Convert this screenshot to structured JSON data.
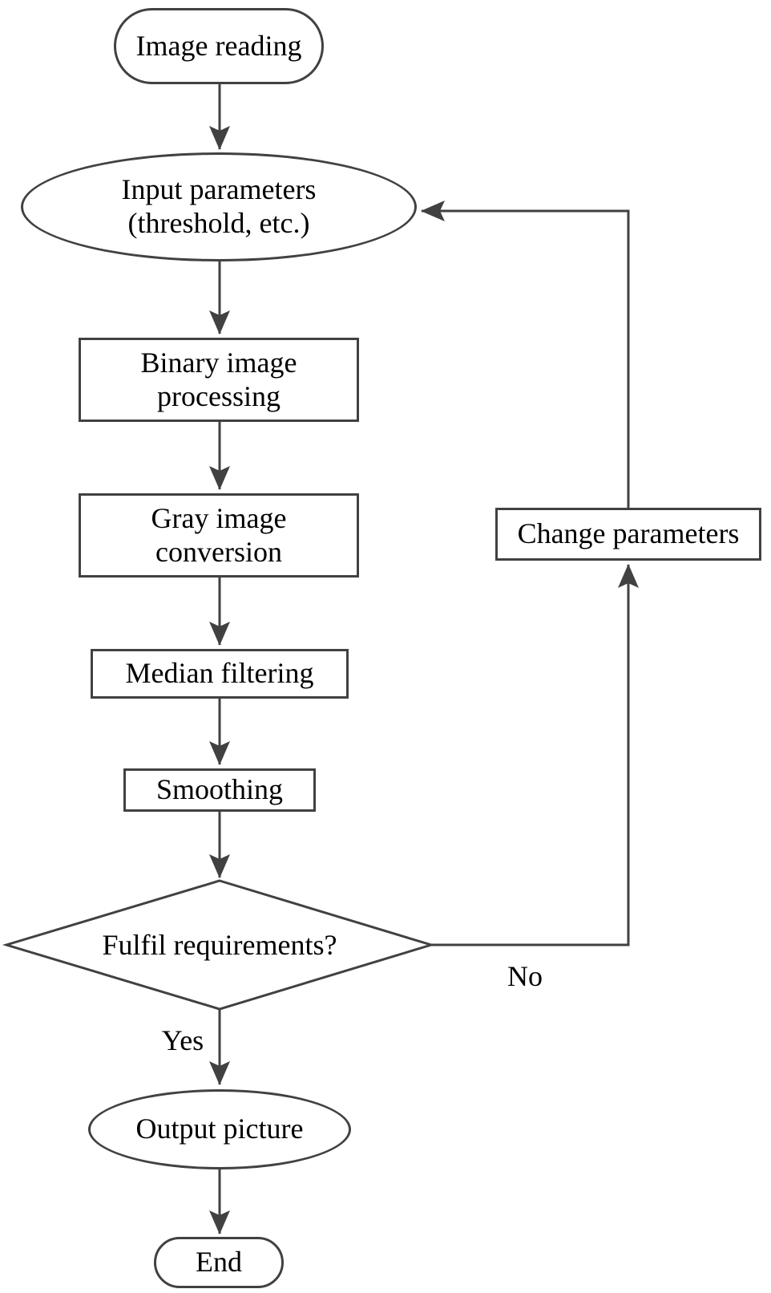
{
  "diagram": {
    "type": "flowchart",
    "description": "Image processing pipeline with parameter-adjustment feedback loop",
    "nodes": [
      {
        "id": "image-reading",
        "shape": "stadium",
        "label": "Image reading"
      },
      {
        "id": "input-parameters",
        "shape": "ellipse",
        "line1": "Input parameters",
        "line2": "(threshold, etc.)"
      },
      {
        "id": "binary-image-processing",
        "shape": "rect",
        "line1": "Binary image",
        "line2": "processing"
      },
      {
        "id": "gray-image-conversion",
        "shape": "rect",
        "line1": "Gray image",
        "line2": "conversion"
      },
      {
        "id": "median-filtering",
        "shape": "rect",
        "label": "Median filtering"
      },
      {
        "id": "smoothing",
        "shape": "rect",
        "label": "Smoothing"
      },
      {
        "id": "fulfil-requirements",
        "shape": "diamond",
        "label": "Fulfil requirements?"
      },
      {
        "id": "change-parameters",
        "shape": "rect",
        "label": "Change parameters"
      },
      {
        "id": "output-picture",
        "shape": "ellipse",
        "label": "Output picture"
      },
      {
        "id": "end",
        "shape": "stadium",
        "label": "End"
      }
    ],
    "edges": [
      {
        "from": "image-reading",
        "to": "input-parameters"
      },
      {
        "from": "input-parameters",
        "to": "binary-image-processing"
      },
      {
        "from": "binary-image-processing",
        "to": "gray-image-conversion"
      },
      {
        "from": "gray-image-conversion",
        "to": "median-filtering"
      },
      {
        "from": "median-filtering",
        "to": "smoothing"
      },
      {
        "from": "smoothing",
        "to": "fulfil-requirements"
      },
      {
        "from": "fulfil-requirements",
        "to": "output-picture",
        "label": "Yes"
      },
      {
        "from": "fulfil-requirements",
        "to": "change-parameters",
        "label": "No"
      },
      {
        "from": "change-parameters",
        "to": "input-parameters"
      },
      {
        "from": "output-picture",
        "to": "end"
      }
    ],
    "labels": {
      "yes": "Yes",
      "no": "No"
    }
  },
  "colors": {
    "stroke": "#414141",
    "text": "#000000",
    "background": "#ffffff"
  }
}
